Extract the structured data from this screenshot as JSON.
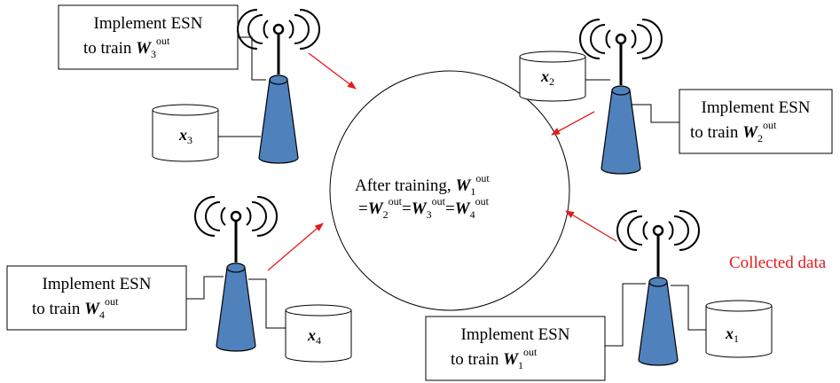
{
  "center": {
    "line1": "After training, ",
    "sym": "W",
    "sub1": "1",
    "sup": "out",
    "eq": "=",
    "sub2": "2",
    "sub3": "3",
    "sub4": "4"
  },
  "esn": {
    "line1": "Implement ESN",
    "line2": "to train ",
    "sym": "W",
    "sup": "out",
    "subs": [
      "3",
      "2",
      "4",
      "1"
    ]
  },
  "data": {
    "sym": "x",
    "subs": [
      "3",
      "2",
      "4",
      "1"
    ]
  },
  "annotation": "Collected data",
  "colors": {
    "tower": "#4f81bd",
    "arrow": "#e31a1c"
  }
}
